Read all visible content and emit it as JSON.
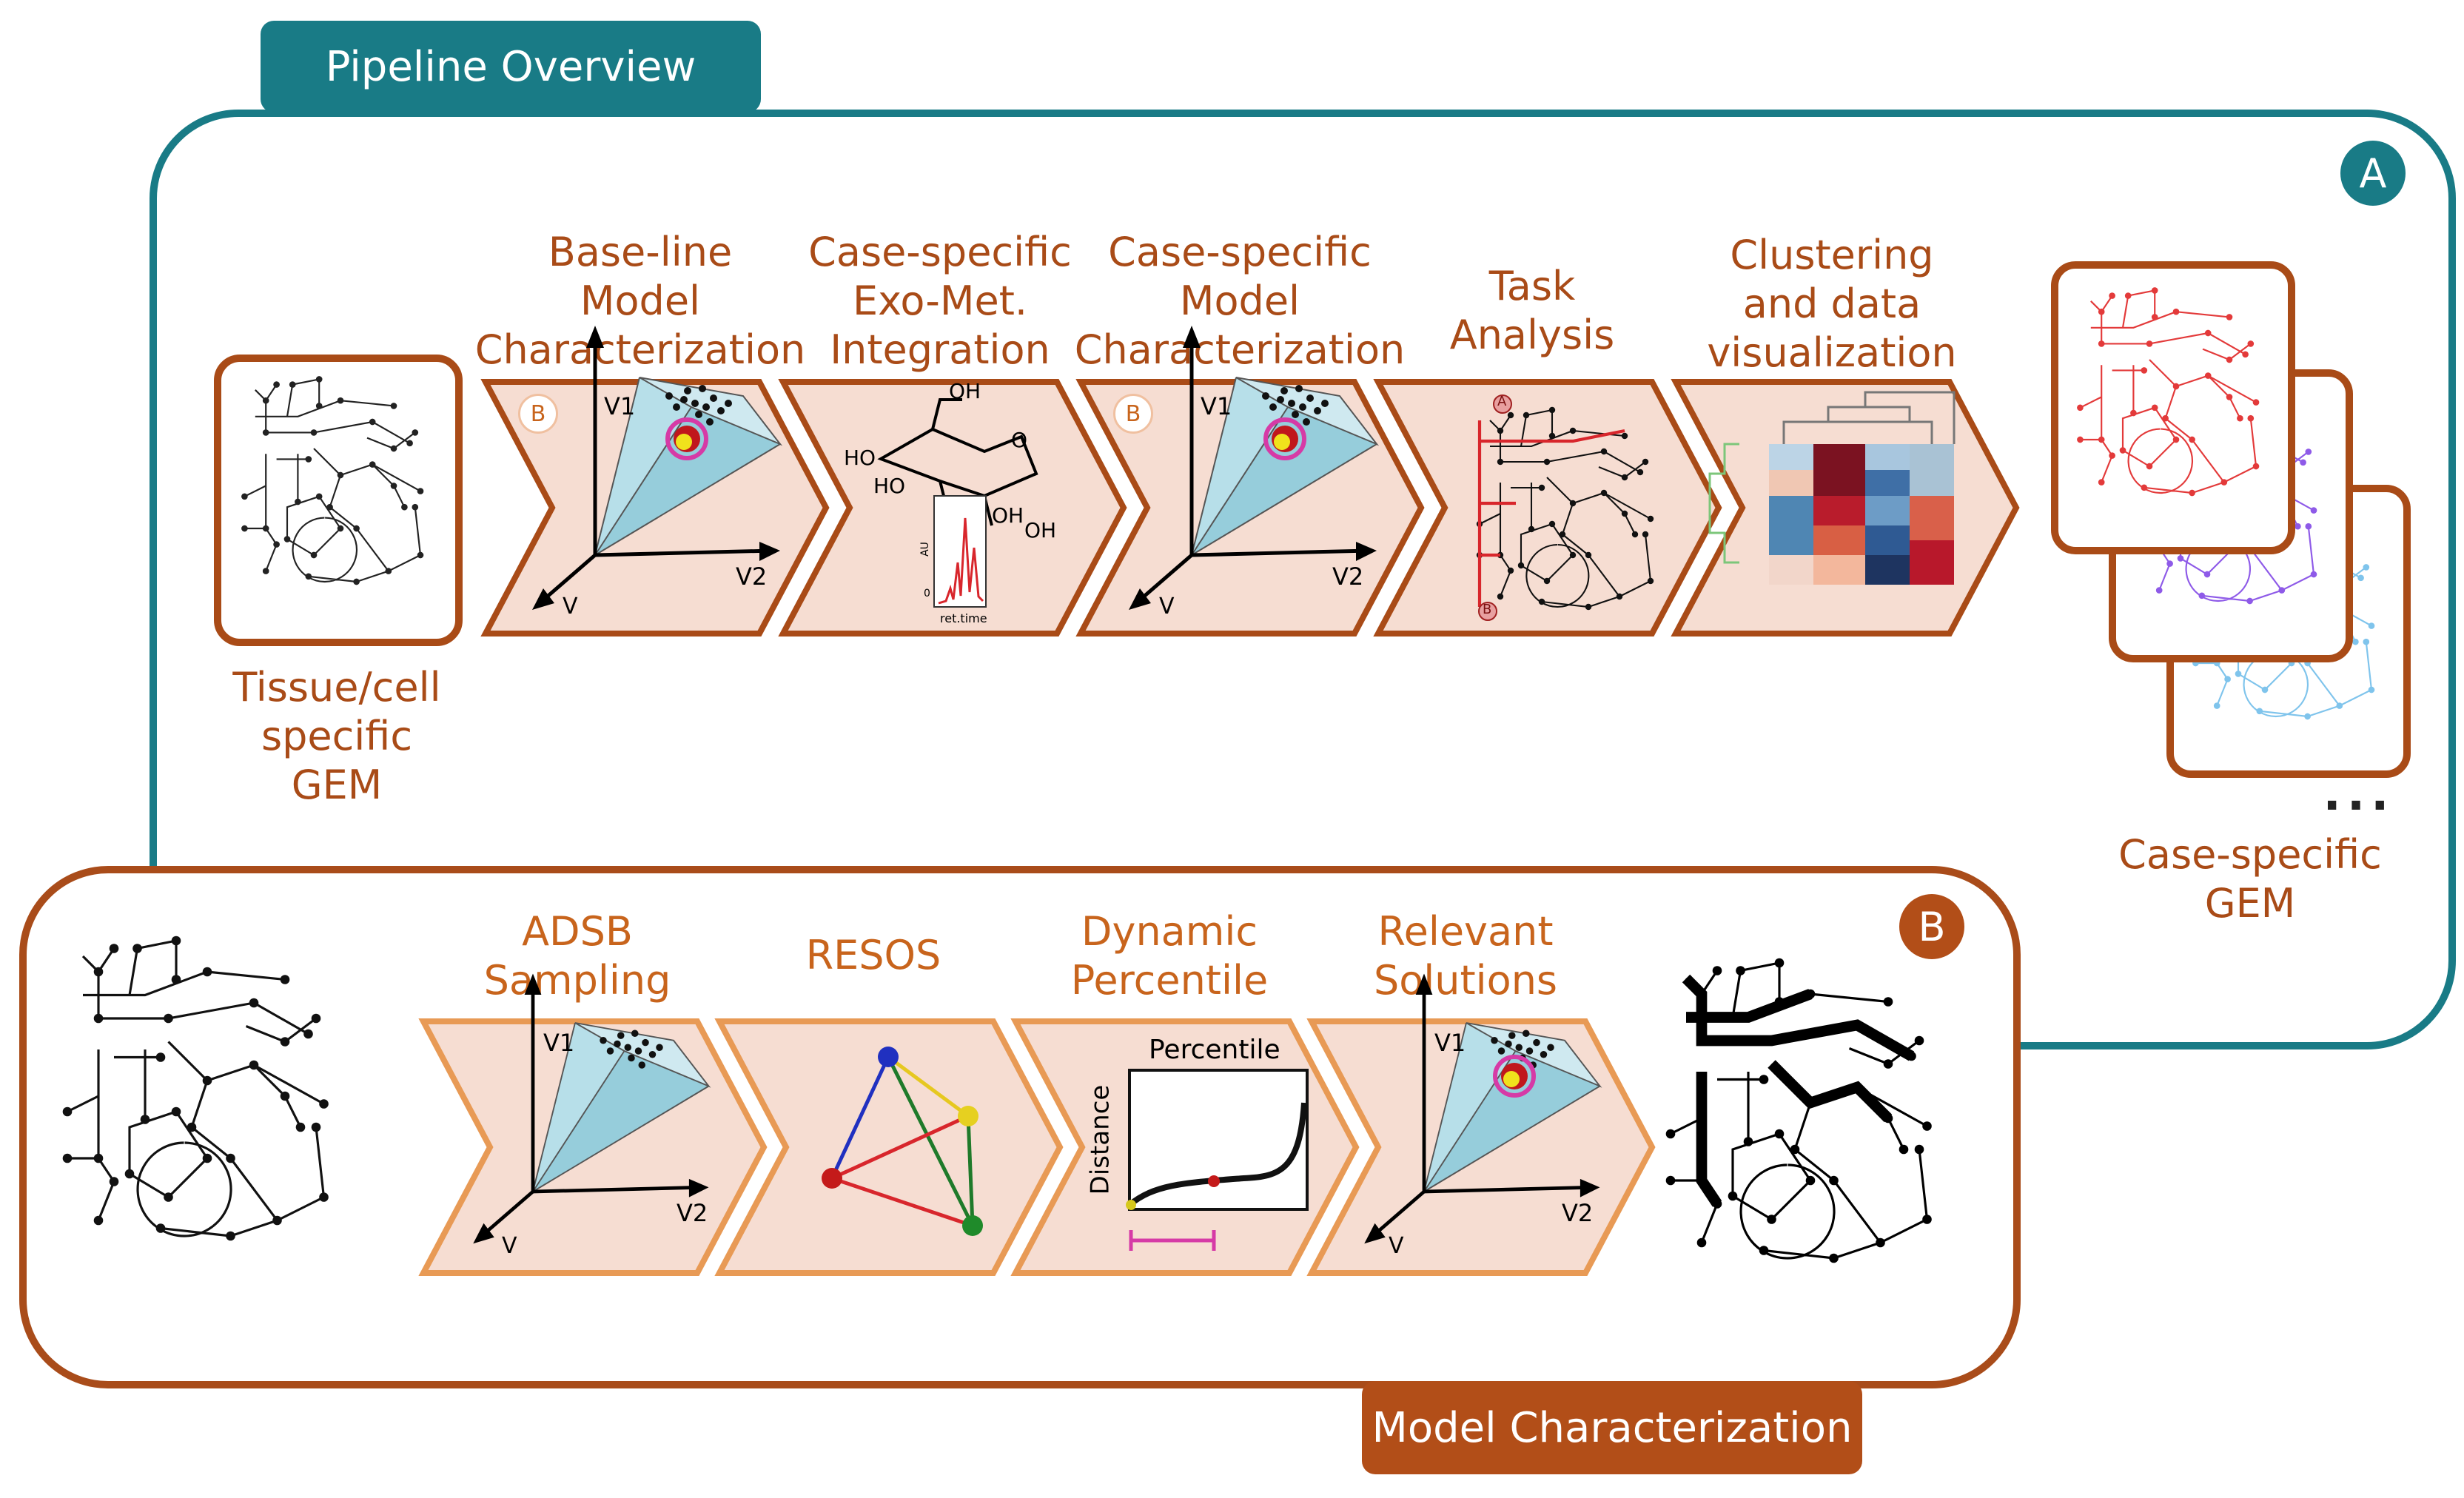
{
  "tabs": {
    "pipeline_overview": "Pipeline Overview",
    "model_characterization": "Model Characterization"
  },
  "badges": {
    "a": "A",
    "b": "B"
  },
  "panel_a": {
    "input_label": "Tissue/cell\nspecific\nGEM",
    "output_label": "Case-specific\nGEM",
    "ellipsis": "...",
    "steps": [
      {
        "label": "Base-line\nModel\nCharacterization",
        "marker": "B"
      },
      {
        "label": "Case-specific\nExo-Met.\nIntegration",
        "marker": ""
      },
      {
        "label": "Case-specific\nModel\nCharacterization",
        "marker": "B"
      },
      {
        "label": "Task\nAnalysis",
        "marker": ""
      },
      {
        "label": "Clustering\nand data\nvisualization",
        "marker": ""
      }
    ]
  },
  "panel_b": {
    "steps": [
      {
        "label": "ADSB\nSampling"
      },
      {
        "label": "RESOS"
      },
      {
        "label": "Dynamic\nPercentile"
      },
      {
        "label": "Relevant\nSolutions"
      }
    ]
  },
  "glyph_text": {
    "axis_v1": "V1",
    "axis_v2": "V2",
    "axis_v": "V",
    "percentile": "Percentile",
    "distance": "Distance",
    "glucose_oh_1": "OH",
    "glucose_ho_1": "HO",
    "glucose_ho_2": "HO",
    "glucose_oh_2": "OH",
    "glucose_oh_3": "OH",
    "glucose_o": "O",
    "spectrum_y": "AU",
    "spectrum_zero": "0",
    "spectrum_x": "ret.time",
    "task_a": "A",
    "task_b": "B"
  },
  "colors": {
    "teal": "#197b86",
    "brown": "#a94b17",
    "orange": "#c8641c",
    "chevron_fill": "#f6ddd2",
    "cone": "#8ccbdc"
  }
}
